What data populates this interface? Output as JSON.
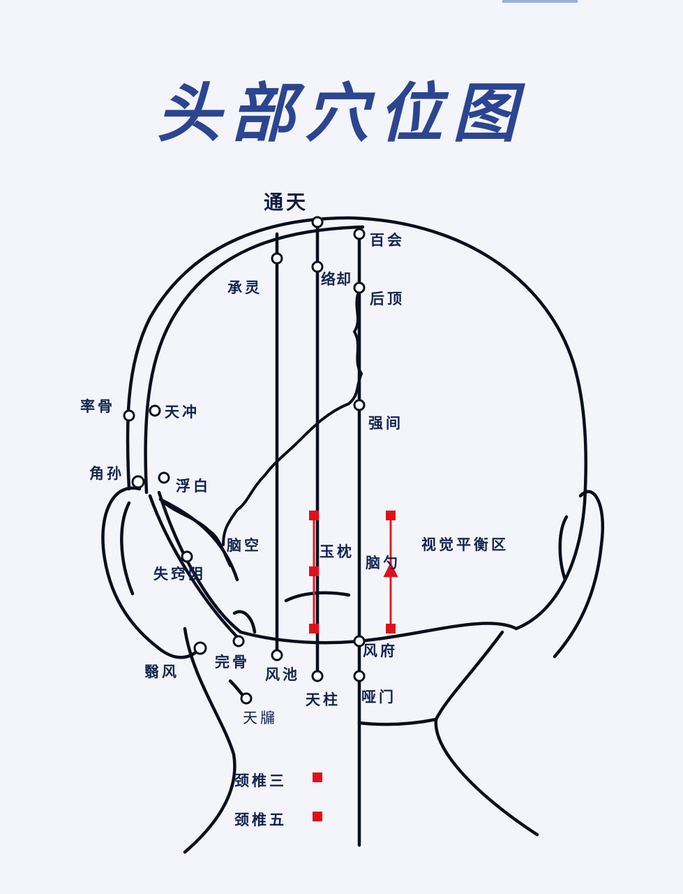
{
  "title": "头部穴位图",
  "colors": {
    "title": "#2c4590",
    "text": "#142350",
    "line": "#0a0f1e",
    "marker": "#e0101a"
  },
  "points": {
    "tongtian": "通天",
    "baihui": "百会",
    "chengling": "承灵",
    "luoque": "络却",
    "houding": "后顶",
    "shuaigu": "率骨",
    "tianchong": "天冲",
    "qiangjian": "强间",
    "jiaosun": "角孙",
    "fubai": "浮白",
    "naokong": "脑空",
    "yuzhen": "玉枕",
    "naoshao": "脑勺",
    "shijue": "视觉平衡区",
    "qiaoyin": "失窍阴",
    "wangu": "完骨",
    "fengchi": "风池",
    "fengfu": "风府",
    "yifeng": "翳风",
    "tianzhu": "天柱",
    "yamen": "哑门",
    "tianyou": "天牖"
  },
  "legend": {
    "c3": "颈椎三",
    "c5": "颈椎五"
  }
}
